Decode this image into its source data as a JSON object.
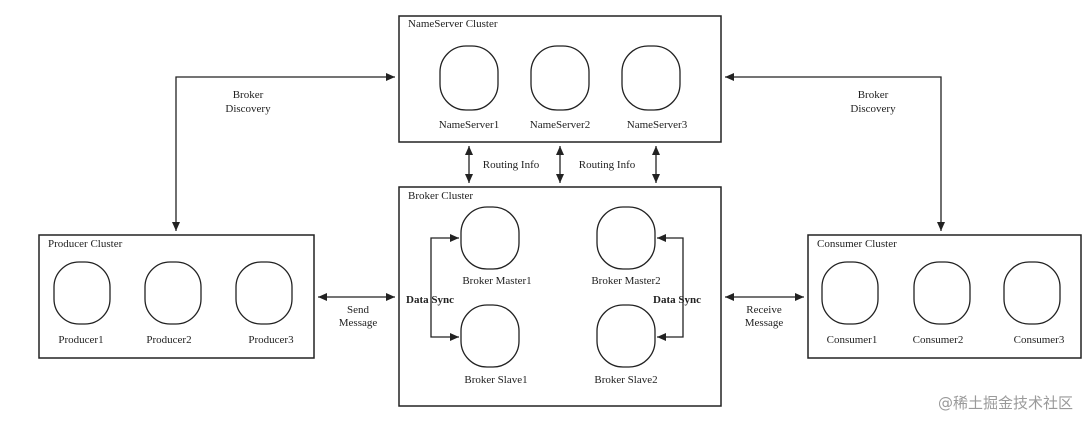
{
  "clusters": {
    "nameserver": {
      "title": "NameServer Cluster",
      "nodes": [
        "NameServer1",
        "NameServer2",
        "NameServer3"
      ]
    },
    "broker": {
      "title": "Broker Cluster",
      "master1": "Broker Master1",
      "master2": "Broker Master2",
      "slave1": "Broker Slave1",
      "slave2": "Broker Slave2"
    },
    "producer": {
      "title": "Producer Cluster",
      "nodes": [
        "Producer1",
        "Producer2",
        "Producer3"
      ]
    },
    "consumer": {
      "title": "Consumer Cluster",
      "nodes": [
        "Consumer1",
        "Consumer2",
        "Consumer3"
      ]
    }
  },
  "edges": {
    "broker_discovery_left": [
      "Broker",
      "Discovery"
    ],
    "broker_discovery_right": [
      "Broker",
      "Discovery"
    ],
    "routing_info": "Routing Info",
    "send_message": [
      "Send",
      "Message"
    ],
    "receive_message": [
      "Receive",
      "Message"
    ],
    "data_sync": "Data Sync"
  },
  "watermark": "@稀土掘金技术社区"
}
